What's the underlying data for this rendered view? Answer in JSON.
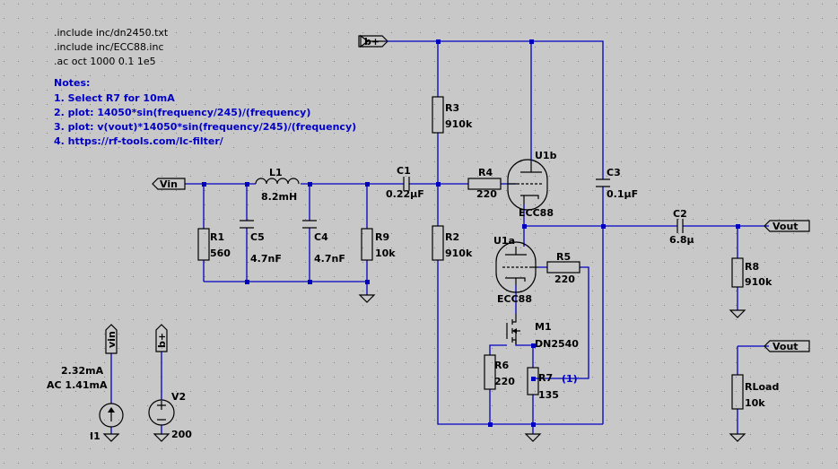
{
  "directives": [
    ".include inc/dn2450.txt",
    ".include inc/ECC88.inc",
    ".ac oct 1000 0.1 1e5"
  ],
  "notes": {
    "title": "Notes:",
    "lines": [
      "1. Select R7 for 10mA",
      "2. plot: 14050*sin(frequency/245)/(frequency)",
      "3. plot: v(vout)*14050*sin(frequency/245)/(frequency)",
      "4. https://rf-tools.com/lc-filter/"
    ]
  },
  "nets": {
    "bplus": "b+",
    "vin": "Vin",
    "vout": "Vout",
    "vin_src": "vin",
    "bplus_src": "b+"
  },
  "components": {
    "R1": {
      "name": "R1",
      "value": "560"
    },
    "C5": {
      "name": "C5",
      "value": "4.7nF"
    },
    "L1": {
      "name": "L1",
      "value": "8.2mH"
    },
    "C4": {
      "name": "C4",
      "value": "4.7nF"
    },
    "R9": {
      "name": "R9",
      "value": "10k"
    },
    "C1": {
      "name": "C1",
      "value": "0.22µF"
    },
    "R3": {
      "name": "R3",
      "value": "910k"
    },
    "R2": {
      "name": "R2",
      "value": "910k"
    },
    "R4": {
      "name": "R4",
      "value": "220"
    },
    "U1b": {
      "name": "U1b",
      "value": "ECC88"
    },
    "U1a": {
      "name": "U1a",
      "value": "ECC88"
    },
    "R5": {
      "name": "R5",
      "value": "220"
    },
    "M1": {
      "name": "M1",
      "value": "DN2540"
    },
    "R6": {
      "name": "R6",
      "value": "220"
    },
    "R7": {
      "name": "R7",
      "value": "135",
      "annotation": "(1)"
    },
    "C3": {
      "name": "C3",
      "value": "0.1µF"
    },
    "C2": {
      "name": "C2",
      "value": "6.8µ"
    },
    "R8": {
      "name": "R8",
      "value": "910k"
    },
    "RLoad": {
      "name": "RLoad",
      "value": "10k"
    },
    "I1": {
      "name": "I1",
      "value": "2.32mA",
      "ac": "AC 1.41mA"
    },
    "V2": {
      "name": "V2",
      "value": "200"
    }
  },
  "colors": {
    "background": "#c8c8c8",
    "wire": "#0000c0",
    "note_text": "#0000c8",
    "component": "#000000",
    "grid_dot": "#808080"
  }
}
